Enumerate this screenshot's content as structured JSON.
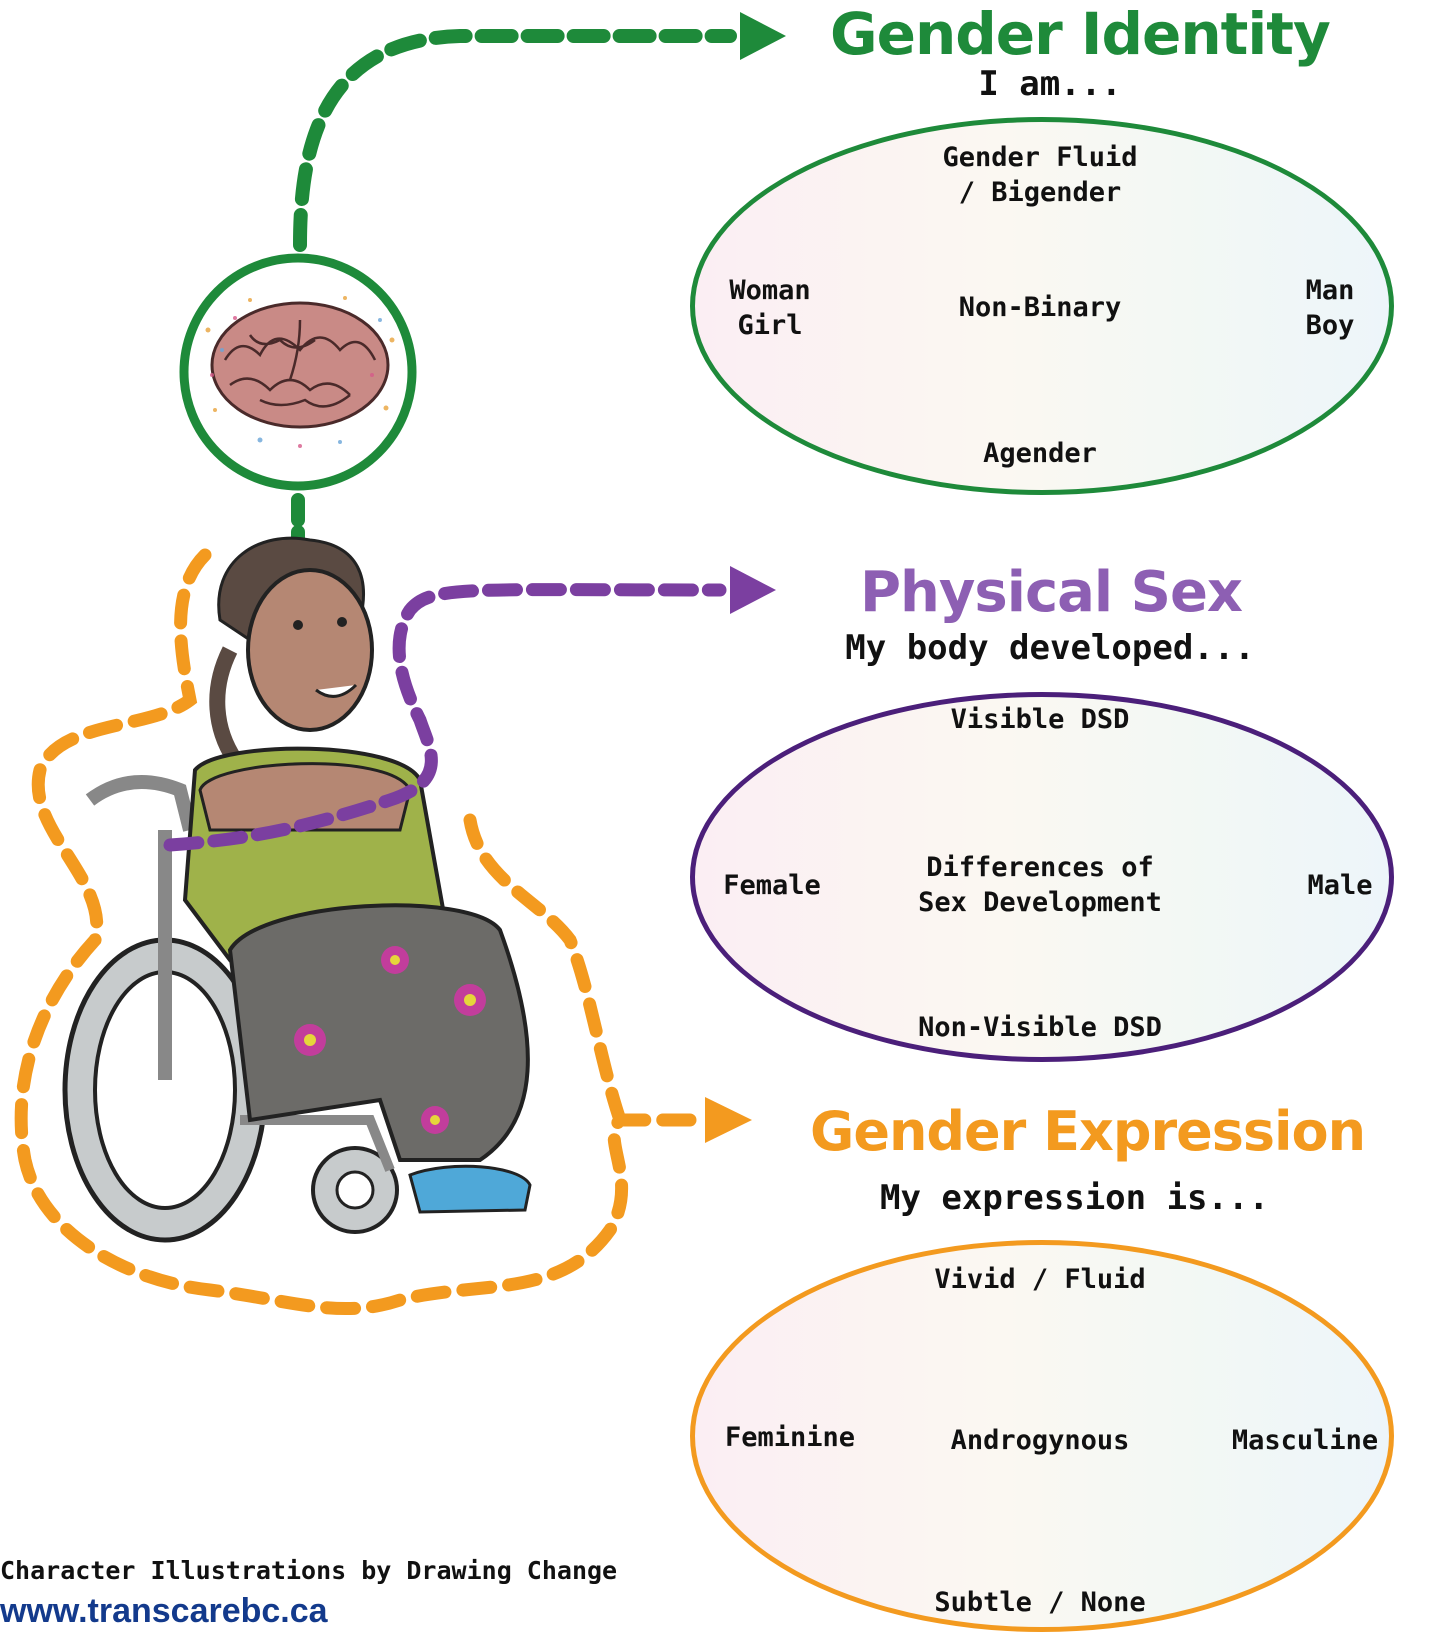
{
  "colors": {
    "identity": "#1e8a3a",
    "physical": "#7b3fa0",
    "expression": "#f39a1f",
    "url": "#133a8c"
  },
  "identity": {
    "title": "Gender Identity",
    "subtitle": "I am...",
    "top": "Gender Fluid\n/ Bigender",
    "left": "Woman\nGirl",
    "center": "Non-Binary",
    "right": "Man\nBoy",
    "bottom": "Agender"
  },
  "physical": {
    "title": "Physical Sex",
    "subtitle": "My body developed...",
    "top": "Visible DSD",
    "left": "Female",
    "center": "Differences of\nSex Development",
    "right": "Male",
    "bottom": "Non-Visible DSD"
  },
  "expression": {
    "title": "Gender Expression",
    "subtitle": "My expression is...",
    "top": "Vivid / Fluid",
    "left": "Feminine",
    "center": "Androgynous",
    "right": "Masculine",
    "bottom": "Subtle / None"
  },
  "footer": {
    "credit": "Character Illustrations by Drawing Change",
    "url": "www.transcarebc.ca"
  },
  "icons": [
    "brain-icon",
    "person-in-wheelchair-illustration",
    "arrow-icon"
  ]
}
